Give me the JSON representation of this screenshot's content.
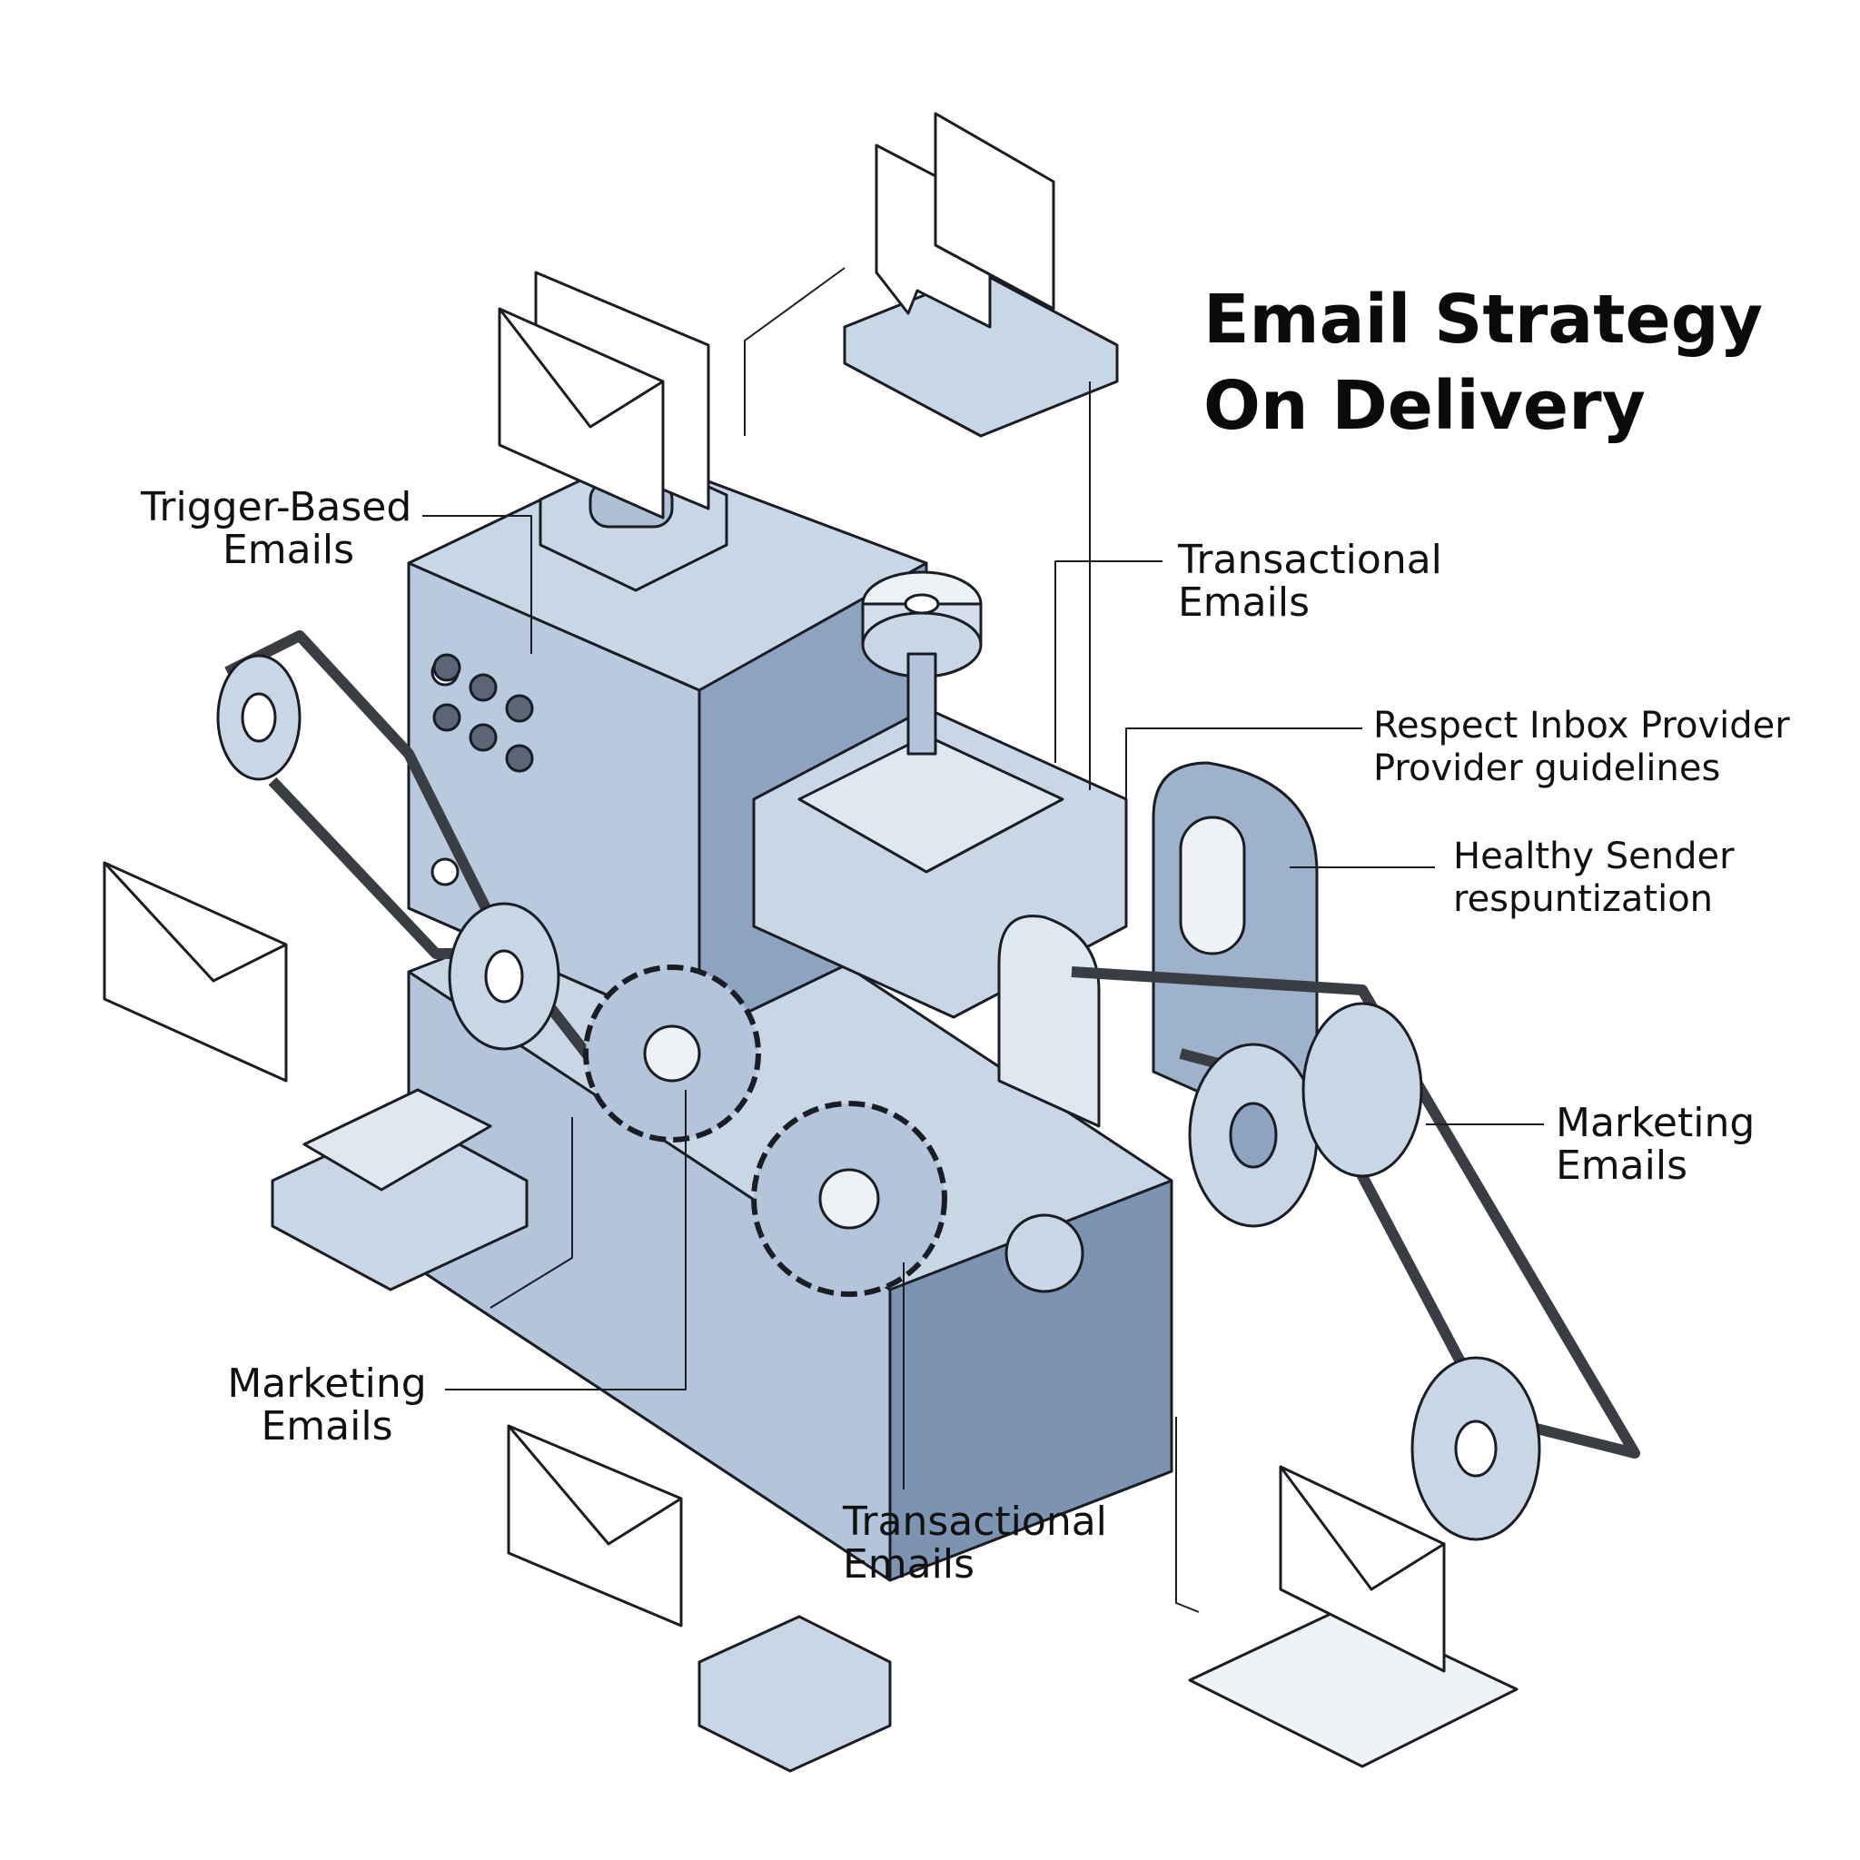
{
  "title": {
    "line1": "Email Strategy",
    "line2": "On Delivery"
  },
  "labels": {
    "trigger": {
      "line1": "Trigger-Based",
      "line2": "Emails"
    },
    "transactional_top": {
      "line1": "Transactional",
      "line2": "Emails"
    },
    "respect": {
      "line1": "Respect Inbox Provider",
      "line2": "Provider guidelines"
    },
    "healthy": {
      "line1": "Healthy Sender",
      "line2": "respuntization"
    },
    "marketing_right": {
      "line1": "Marketing",
      "line2": "Emails"
    },
    "marketing_left": {
      "line1": "Marketing",
      "line2": "Emails"
    },
    "transactional_bottom": {
      "line1": "Transactional",
      "line2": "Emails"
    }
  },
  "colors": {
    "body_light": "#c9d6e6",
    "body_mid": "#9fb2cb",
    "body_dark": "#7188a8",
    "outline": "#1a1d24",
    "belt": "#3a3d44"
  }
}
